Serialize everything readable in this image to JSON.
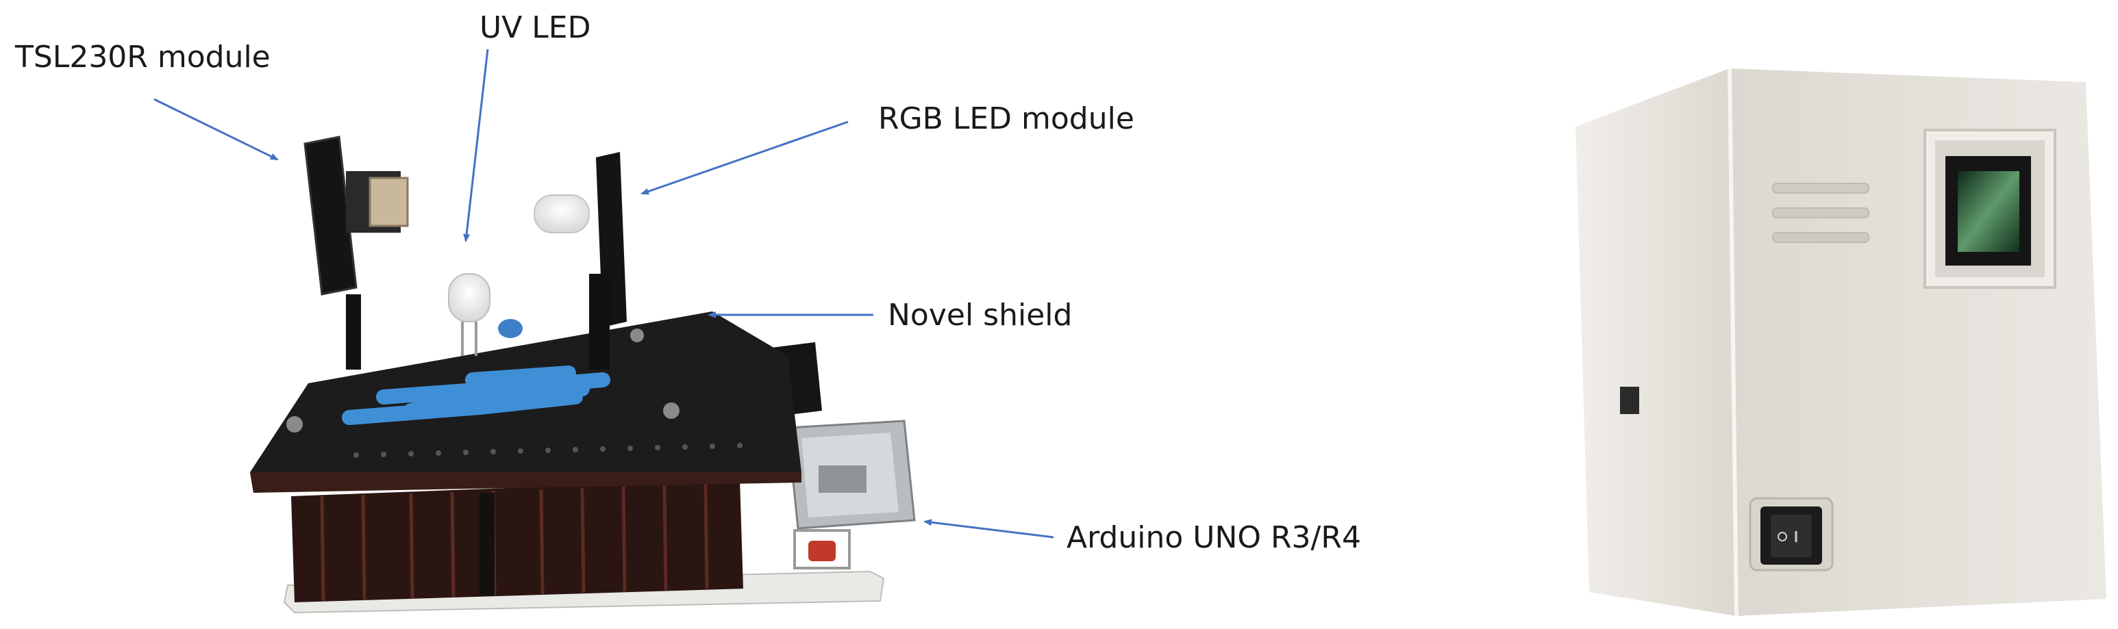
{
  "labels": {
    "tsl230r": "TSL230R module",
    "uv_led": "UV LED",
    "rgb_led": "RGB LED module",
    "shield": "Novel shield",
    "arduino": "Arduino UNO R3/R4"
  },
  "colors": {
    "arrow": "#4472c4",
    "pcb_black": "#1c1c1c",
    "header_maroon": "#3b1c16",
    "wire_blue": "#3f8fd6",
    "board_white": "#e9e9e6",
    "enclosure": "#e3dfd9",
    "enclosure_shadow": "#c9c4bd"
  },
  "icons": [
    "arrow",
    "led-bulb-icon",
    "rocker-switch-icon",
    "sensor-window-icon"
  ]
}
